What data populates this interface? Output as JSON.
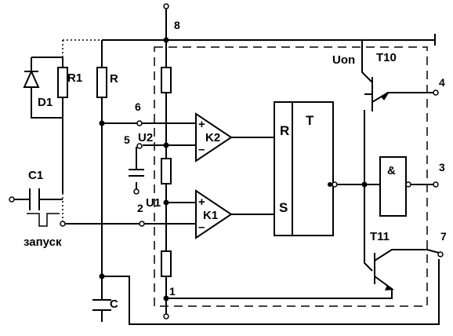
{
  "diagram": {
    "components": {
      "r1": "R1",
      "d1": "D1",
      "r_ext": "R",
      "c1": "C1",
      "c_ext": "C",
      "launch": "запуск",
      "u1": "U1",
      "u2": "U2",
      "k1": "K1",
      "k2": "K2",
      "trigger": "T",
      "reset_in": "R",
      "set_in": "S",
      "uon": "Uon",
      "t10": "T10",
      "t11": "T11",
      "gate": "&",
      "minus": "–",
      "plus": "+"
    },
    "pins": {
      "p1": "1",
      "p2": "2",
      "p3": "3",
      "p4": "4",
      "p5": "5",
      "p6": "6",
      "p7": "7",
      "p8": "8"
    }
  }
}
